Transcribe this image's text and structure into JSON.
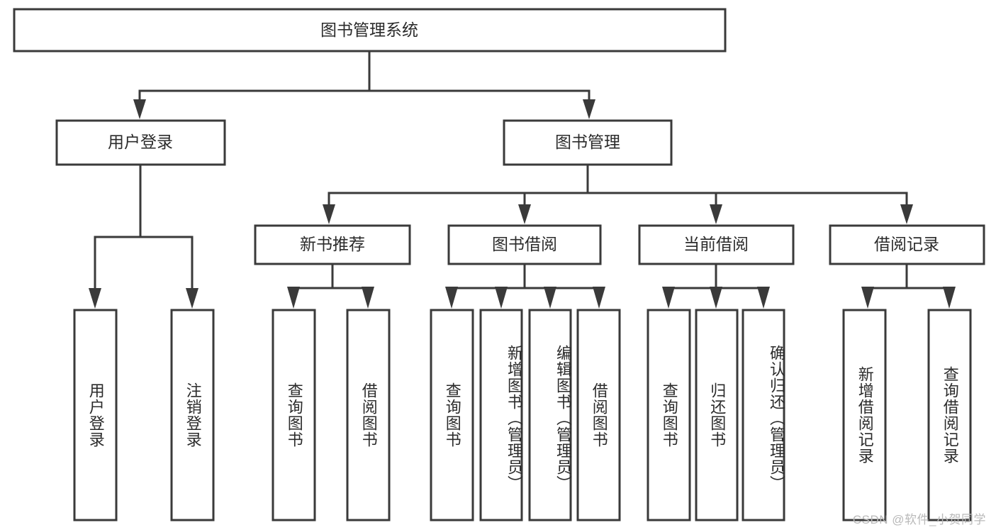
{
  "diagram": {
    "title": "图书管理系统",
    "type": "hierarchy-tree",
    "orientation": "top-down",
    "root": {
      "id": "root",
      "label": "图书管理系统",
      "text_orientation": "horizontal"
    },
    "level2": [
      {
        "id": "user-login",
        "label": "用户登录",
        "text_orientation": "horizontal"
      },
      {
        "id": "book-management",
        "label": "图书管理",
        "text_orientation": "horizontal"
      }
    ],
    "level3": [
      {
        "id": "new-book-recommend",
        "label": "新书推荐",
        "text_orientation": "horizontal"
      },
      {
        "id": "book-borrow",
        "label": "图书借阅",
        "text_orientation": "horizontal"
      },
      {
        "id": "current-borrow",
        "label": "当前借阅",
        "text_orientation": "horizontal"
      },
      {
        "id": "borrow-record",
        "label": "借阅记录",
        "text_orientation": "horizontal"
      }
    ],
    "leaves": {
      "user-login": [
        {
          "id": "leaf-user-login",
          "label": "用户登录"
        },
        {
          "id": "leaf-logout",
          "label": "注销登录"
        }
      ],
      "new-book-recommend": [
        {
          "id": "leaf-query-book-1",
          "label": "查询图书"
        },
        {
          "id": "leaf-borrow-book-1",
          "label": "借阅图书"
        }
      ],
      "book-borrow": [
        {
          "id": "leaf-query-book-2",
          "label": "查询图书"
        },
        {
          "id": "leaf-add-book",
          "label": "新增图书（管理员）"
        },
        {
          "id": "leaf-edit-book",
          "label": "编辑图书（管理员）"
        },
        {
          "id": "leaf-borrow-book-2",
          "label": "借阅图书"
        }
      ],
      "current-borrow": [
        {
          "id": "leaf-query-book-3",
          "label": "查询图书"
        },
        {
          "id": "leaf-return-book",
          "label": "归还图书"
        },
        {
          "id": "leaf-confirm-return",
          "label": "确认归还（管理员）"
        }
      ],
      "borrow-record": [
        {
          "id": "leaf-add-record",
          "label": "新增借阅记录"
        },
        {
          "id": "leaf-query-record",
          "label": "查询借阅记录"
        }
      ]
    },
    "colors": {
      "box_stroke": "#3a3a3a",
      "box_fill": "#ffffff",
      "text": "#2b2b2b",
      "connector": "#3a3a3a",
      "background": "#ffffff",
      "watermark": "#b9b9b9"
    }
  },
  "watermark": {
    "text": "CSDN @软件_小贺同学"
  }
}
